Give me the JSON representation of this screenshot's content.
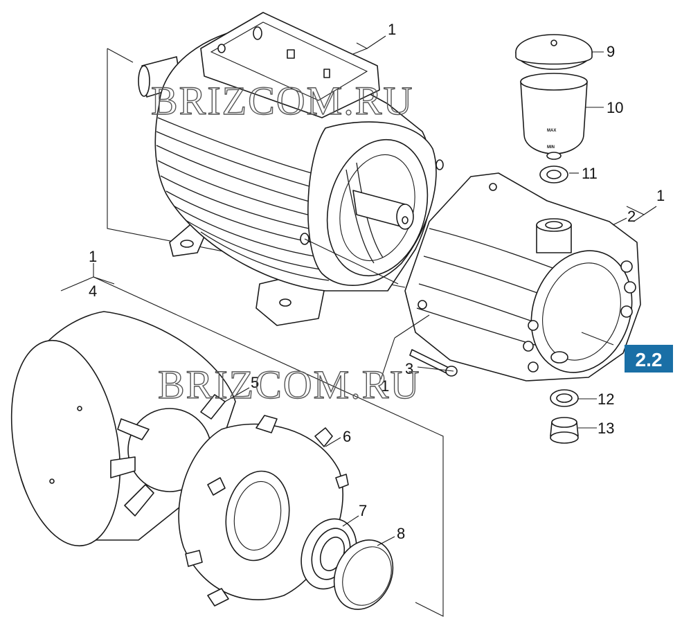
{
  "callouts": {
    "c1_top": "1",
    "c9": "9",
    "c10": "10",
    "c11": "11",
    "c1_right": "1",
    "c2": "2",
    "c1_left": "1",
    "c4": "4",
    "c3": "3",
    "c1_mid": "1",
    "c5": "5",
    "c6": "6",
    "c7": "7",
    "c8": "8",
    "c12": "12",
    "c13": "13"
  },
  "badge": {
    "label": "2.2",
    "color": "#1a6fa6"
  },
  "cup_marks": {
    "max": "MAX",
    "min": "MIN"
  },
  "watermarks": [
    "BRIZCOM.RU",
    "BRIZCOM.RU"
  ]
}
